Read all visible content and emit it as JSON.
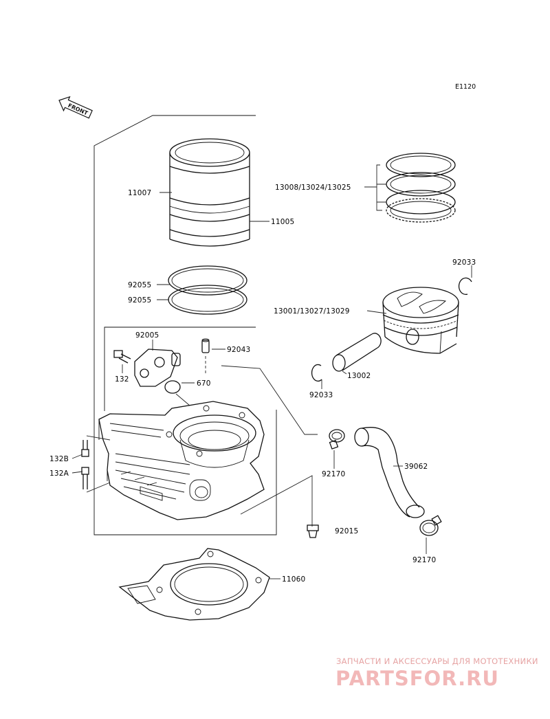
{
  "diagram_code": "E1120",
  "front_label": "FRONT",
  "labels": {
    "p11007": "11007",
    "p11005": "11005",
    "p13008": "13008/13024/13025",
    "p92033a": "92033",
    "p92055a": "92055",
    "p92055b": "92055",
    "p13001": "13001/13027/13029",
    "p92005": "92005",
    "p92043": "92043",
    "p132": "132",
    "p670": "670",
    "p13002": "13002",
    "p92033b": "92033",
    "p132b": "132B",
    "p132a": "132A",
    "p92170a": "92170",
    "p39062": "39062",
    "p92015": "92015",
    "p92170b": "92170",
    "p11060": "11060"
  },
  "watermark": {
    "caption": "ЗАПЧАСТИ И АКСЕССУАРЫ ДЛЯ МОТОТЕХНИКИ",
    "logo": "PARTSFOR.RU"
  }
}
